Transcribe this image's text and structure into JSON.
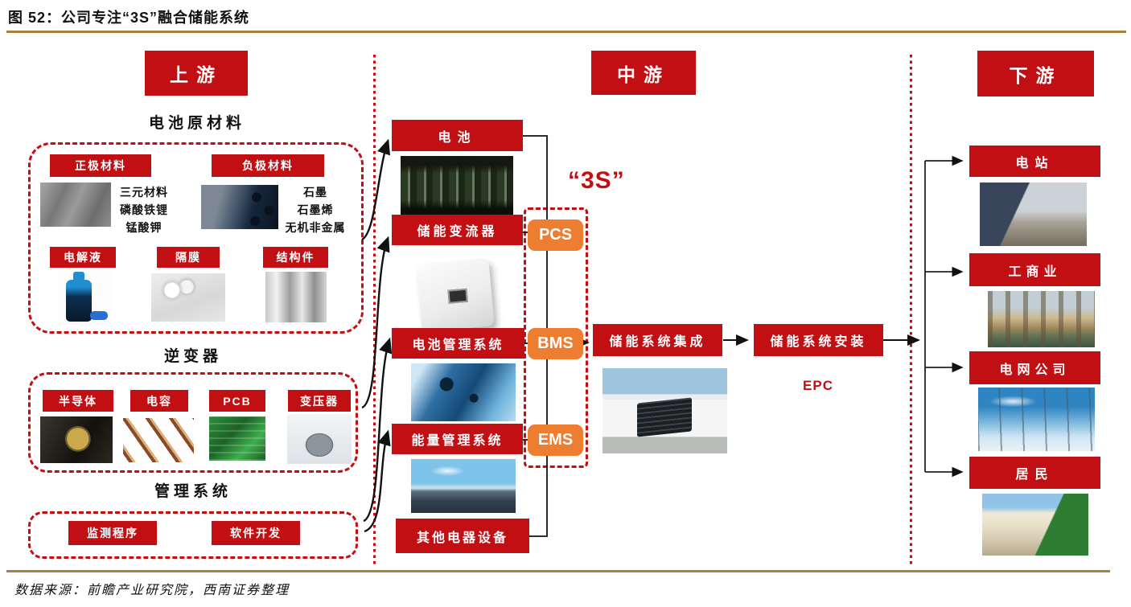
{
  "title": "图 52：公司专注“3S”融合储能系统",
  "source": "数据来源：前瞻产业研究院，西南证券整理",
  "colors": {
    "red": "#c20f13",
    "orange": "#ed7d31",
    "gold": "#a6813f"
  },
  "upstream": {
    "header": "上游",
    "battery_materials": {
      "heading": "电池原材料",
      "cathode_label": "正极材料",
      "cathode_items": [
        "三元材料",
        "磷酸铁锂",
        "锰酸钾"
      ],
      "anode_label": "负极材料",
      "anode_items": [
        "石墨",
        "石墨烯",
        "无机非金属"
      ],
      "electrolyte_label": "电解液",
      "separator_label": "隔膜",
      "structural_label": "结构件"
    },
    "inverter": {
      "heading": "逆变器",
      "items": [
        "半导体",
        "电容",
        "PCB",
        "变压器"
      ]
    },
    "management": {
      "heading": "管理系统",
      "items": [
        "监测程序",
        "软件开发"
      ]
    }
  },
  "midstream": {
    "header": "中游",
    "three_s": "“3S”",
    "battery": "电池",
    "pcs_box": "储能变流器",
    "pcs_tag": "PCS",
    "bms_box": "电池管理系统",
    "bms_tag": "BMS",
    "ems_box": "能量管理系统",
    "ems_tag": "EMS",
    "other": "其他电器设备",
    "integration": "储能系统集成",
    "installation": "储能系统安装",
    "epc": "EPC"
  },
  "downstream": {
    "header": "下游",
    "items": [
      "电站",
      "工商业",
      "电网公司",
      "居民"
    ]
  }
}
